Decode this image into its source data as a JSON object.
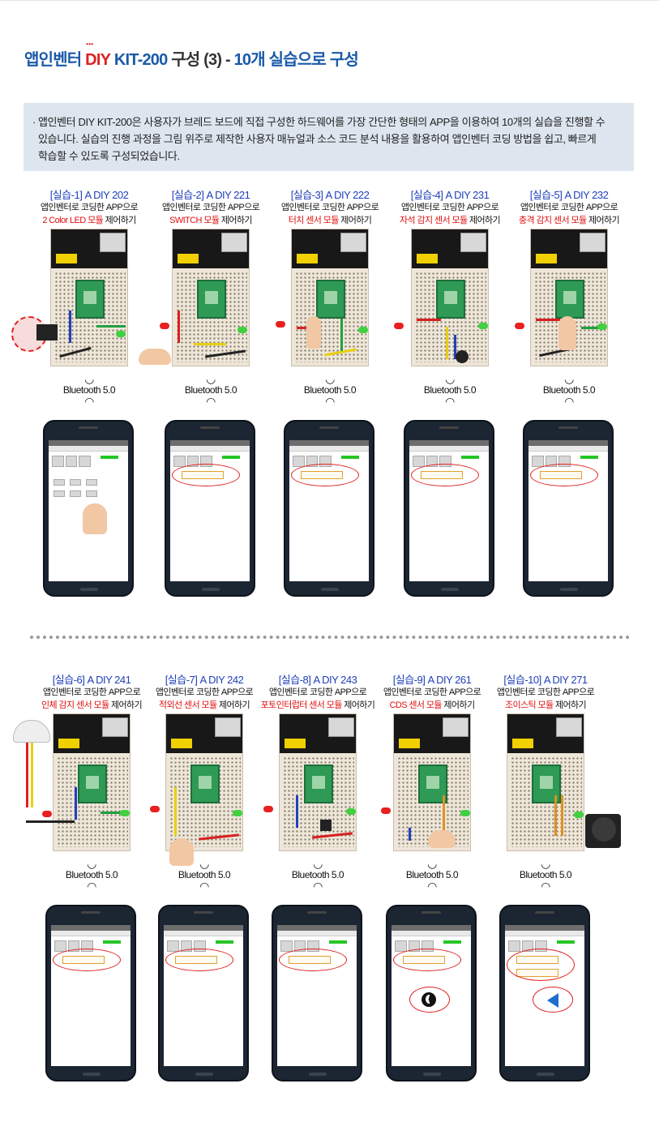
{
  "title": {
    "part1": "앱인벤터 ",
    "diy": "DIY",
    "part2": " KIT-200",
    "part3": " 구성 (3) - ",
    "part4": "10개 실습으로 구성"
  },
  "intro": {
    "bullet": "·",
    "lines": [
      "앱인벤터 DIY KIT-200은 사용자가 브레드 보드에 직접 구성한 하드웨어를 가장 간단한 형태의 APP을 이용하여 10개의 실습을 진행할 수",
      "있습니다.  실습의 진행 과정을 그림 위주로 제작한 사용자 매뉴얼과 소스 코드 분석 내용을 활용하여 앱인벤터 코딩 방법을 쉽고, 빠르게",
      "학습할 수 있도록 구성되었습니다."
    ]
  },
  "common": {
    "line1": "앱인벤터로 코딩한 APP으로",
    "control": " 제어하기",
    "bluetooth": "Bluetooth 5.0"
  },
  "labs": [
    {
      "label": "[실습-1] A DIY 202",
      "module": "2 Color LED 모듈"
    },
    {
      "label": "[실습-2] A DIY 221",
      "module": "SWITCH 모듈"
    },
    {
      "label": "[실습-3] A DIY 222",
      "module": "터치 센서 모듈"
    },
    {
      "label": "[실습-4] A DIY 231",
      "module": "자석 감지 센서 모듈"
    },
    {
      "label": "[실습-5] A DIY 232",
      "module": "충격 감지 센서 모듈"
    },
    {
      "label": "[실습-6] A DIY 241",
      "module": "인체 감지 센서 모듈"
    },
    {
      "label": "[실습-7] A DIY 242",
      "module": "적외선 센서 모듈"
    },
    {
      "label": "[실습-8] A DIY 243",
      "module": "포토인터럽터 센서 모듈"
    },
    {
      "label": "[실습-9] A DIY 261",
      "module": "CDS 센서 모듈"
    },
    {
      "label": "[실습-10] A DIY 271",
      "module": "조이스틱 모듈"
    }
  ],
  "icons": {
    "bluetooth": "bluetooth-icon",
    "wifi": "signal-waves-icon"
  },
  "colors": {
    "title_blue": "#1a5aa8",
    "accent_red": "#e02020",
    "lab_blue": "#1f3fb8",
    "info_bg": "#dde6ef"
  }
}
